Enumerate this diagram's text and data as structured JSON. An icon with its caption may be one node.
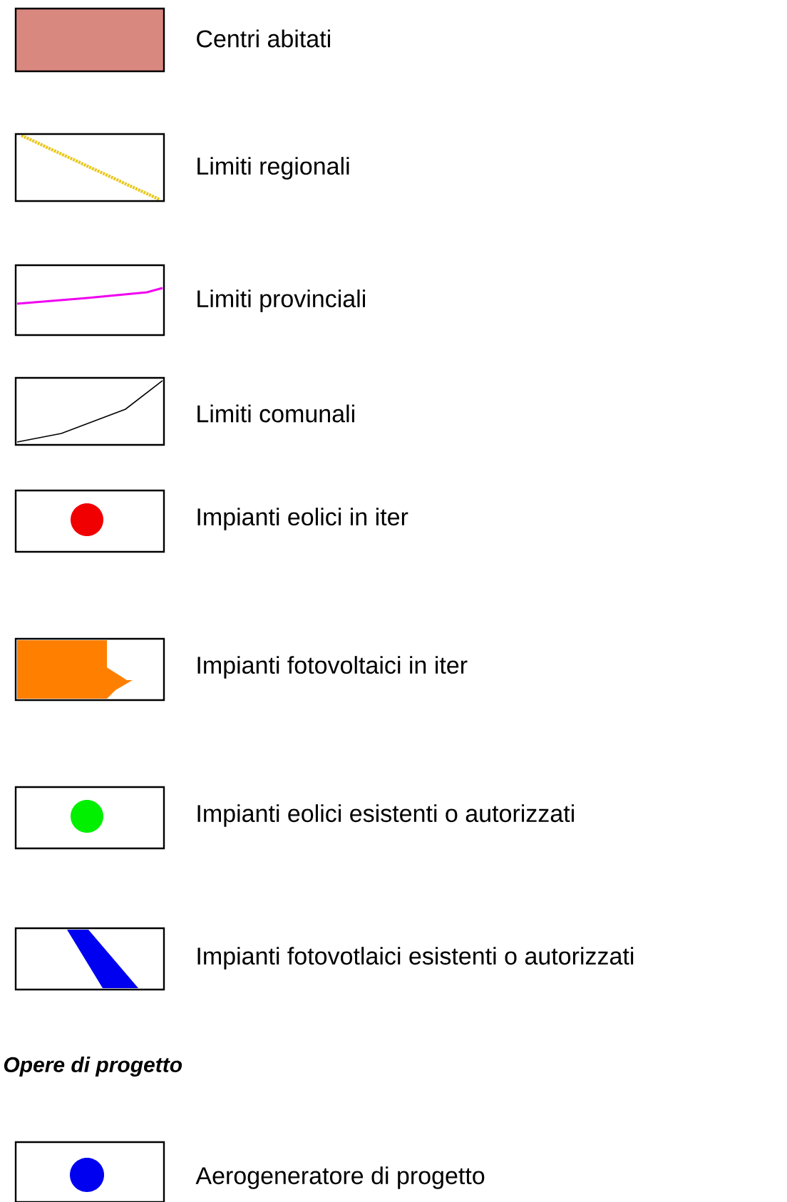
{
  "diagram": {
    "labels": [
      "Opere di progetto"
    ],
    "legend": [
      {
        "text": "Centri abitati",
        "color": "#d98880"
      },
      {
        "text": "Limiti regionali"
      },
      {
        "text": "Limiti provinciali"
      },
      {
        "text": "Limiti comunali"
      },
      {
        "text": "Impianti eolici in iter"
      },
      {
        "text": "Impianti fotovoltaici in iter"
      },
      {
        "text": "Impianti eolici esistenti o autorizzati"
      },
      {
        "text": "Impianti fotovotlaici esistenti o autorizzati"
      },
      {
        "text": "Aerogeneratore di progetto"
      }
    ]
  }
}
